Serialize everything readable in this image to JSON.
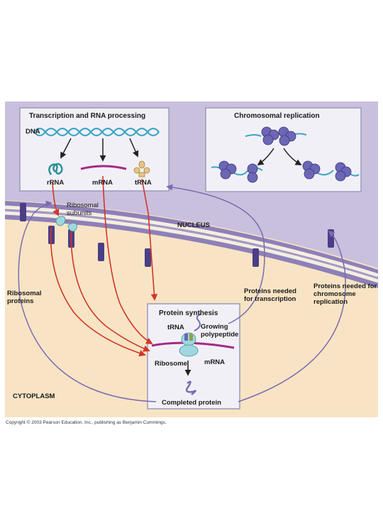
{
  "boxes": {
    "transcription_title": "Transcription and RNA processing",
    "replication_title": "Chromosomal replication",
    "synthesis_title": "Protein synthesis"
  },
  "labels": {
    "dna": "DNA",
    "rrna": "rRNA",
    "mrna": "mRNA",
    "trna": "tRNA",
    "ribosomal_subunits": "Ribosomal subunits",
    "nucleus": "NUCLEUS",
    "cytoplasm": "CYTOPLASM",
    "ribosomal_proteins": "Ribosomal proteins",
    "proteins_transcription": "Proteins needed for transcription",
    "proteins_replication": "Proteins needed for chromosome replication",
    "synth_trna": "tRNA",
    "growing_polypeptide": "Growing polypeptide",
    "ribosome": "Ribosome",
    "synth_mrna": "mRNA",
    "completed_protein": "Completed protein"
  },
  "copyright": "Copyright © 2003 Pearson Education, Inc., publishing as Benjamin Cummings.",
  "colors": {
    "nucleus": "#c9c0de",
    "cytoplasm": "#f8e4c4",
    "envelope": "#8e80b8",
    "red_arrow": "#d2352b",
    "purple_arrow": "#7a6ab2",
    "dna": "#3aa6c6",
    "mrna": "#a42a86"
  }
}
